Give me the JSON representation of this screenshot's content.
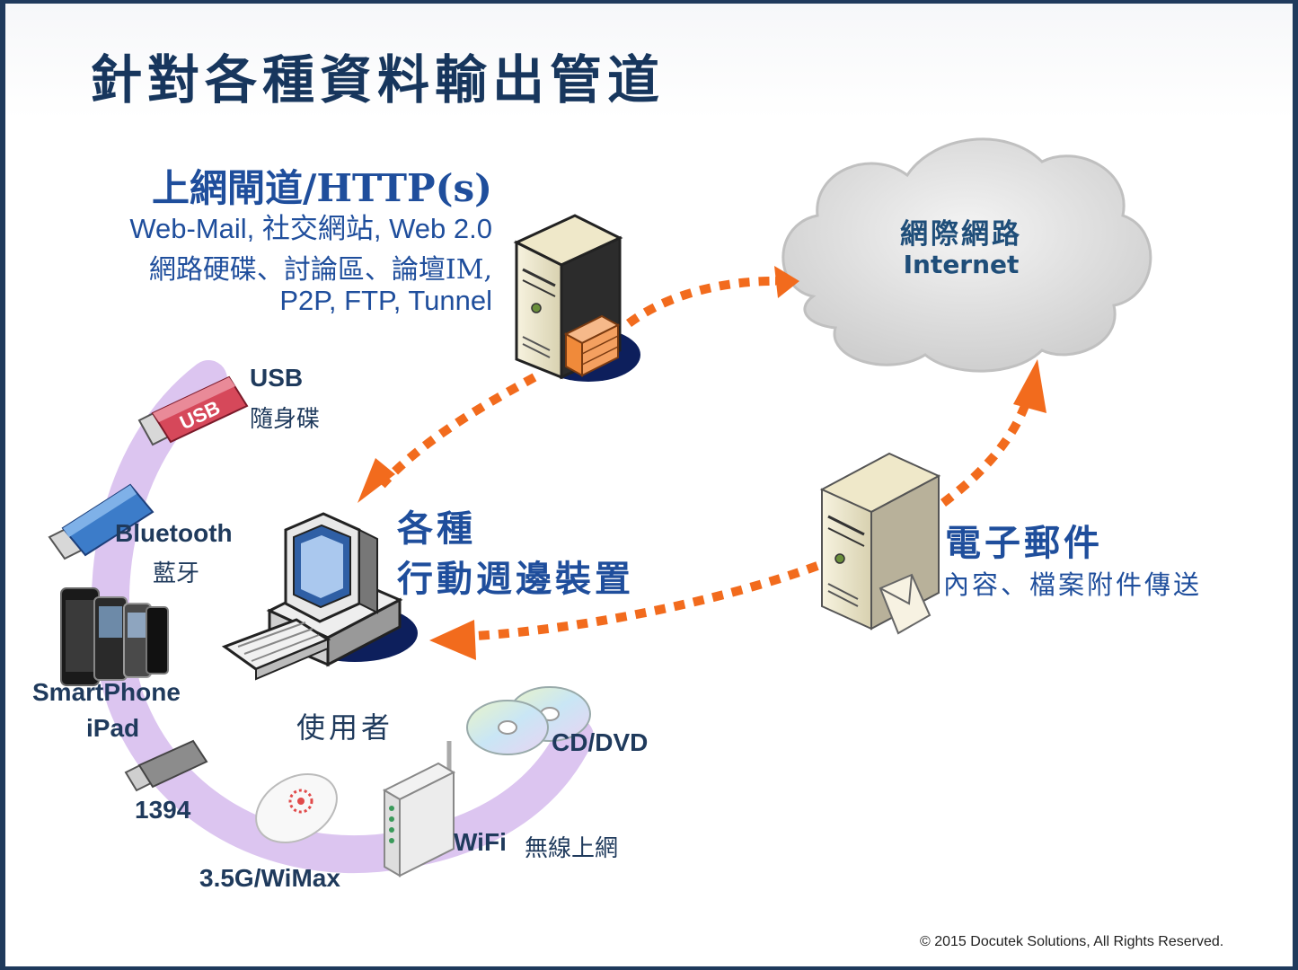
{
  "title": "針對各種資料輸出管道",
  "http": {
    "title": "上網閘道/HTTP(s)",
    "line1": "Web-Mail, 社交網站, Web 2.0",
    "line2": "網路硬碟、討論區、論壇IM,",
    "line3": "P2P, FTP, Tunnel"
  },
  "cloud": {
    "line1": "網際網路",
    "line2": "Internet"
  },
  "devices": {
    "line1": "各種",
    "line2": "行動週邊裝置"
  },
  "email": {
    "title": "電子郵件",
    "subtitle": "內容、檔案附件傳送"
  },
  "user_label": "使用者",
  "peripherals": {
    "usb": "USB",
    "usb_cn": "隨身碟",
    "bluetooth": "Bluetooth",
    "bluetooth_cn": "藍牙",
    "smartphone": "SmartPhone",
    "ipad": "iPad",
    "ieee1394": "1394",
    "wimax": "3.5G/WiMax",
    "wifi": "WiFi",
    "wifi_cn": "無線上網",
    "cddvd": "CD/DVD"
  },
  "usb_stick_text": "USB",
  "copyright": "© 2015  Docutek Solutions, All Rights Reserved.",
  "colors": {
    "title": "#17365d",
    "text_blue": "#1f4e9c",
    "arrow": "#f26b1d",
    "ring": "#d9c2ee",
    "frame": "#1f3a5c"
  },
  "icons": [
    "gateway-server-icon",
    "firewall-icon",
    "cloud-icon",
    "email-server-icon",
    "envelope-icon",
    "computer-icon",
    "usb-drive-icon",
    "bluetooth-dongle-icon",
    "smartphone-icon",
    "firewire-plug-icon",
    "wimax-modem-icon",
    "wifi-router-icon",
    "disc-icon"
  ]
}
